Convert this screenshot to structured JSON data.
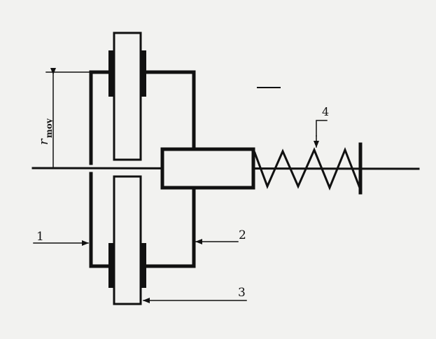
{
  "labels": {
    "part_1": "1",
    "part_2": "2",
    "part_3": "3",
    "part_4": "4",
    "radius_main": "r",
    "radius_sub": "moy"
  },
  "colors": {
    "ink": "#111111",
    "paper": "#f2f2f0"
  }
}
